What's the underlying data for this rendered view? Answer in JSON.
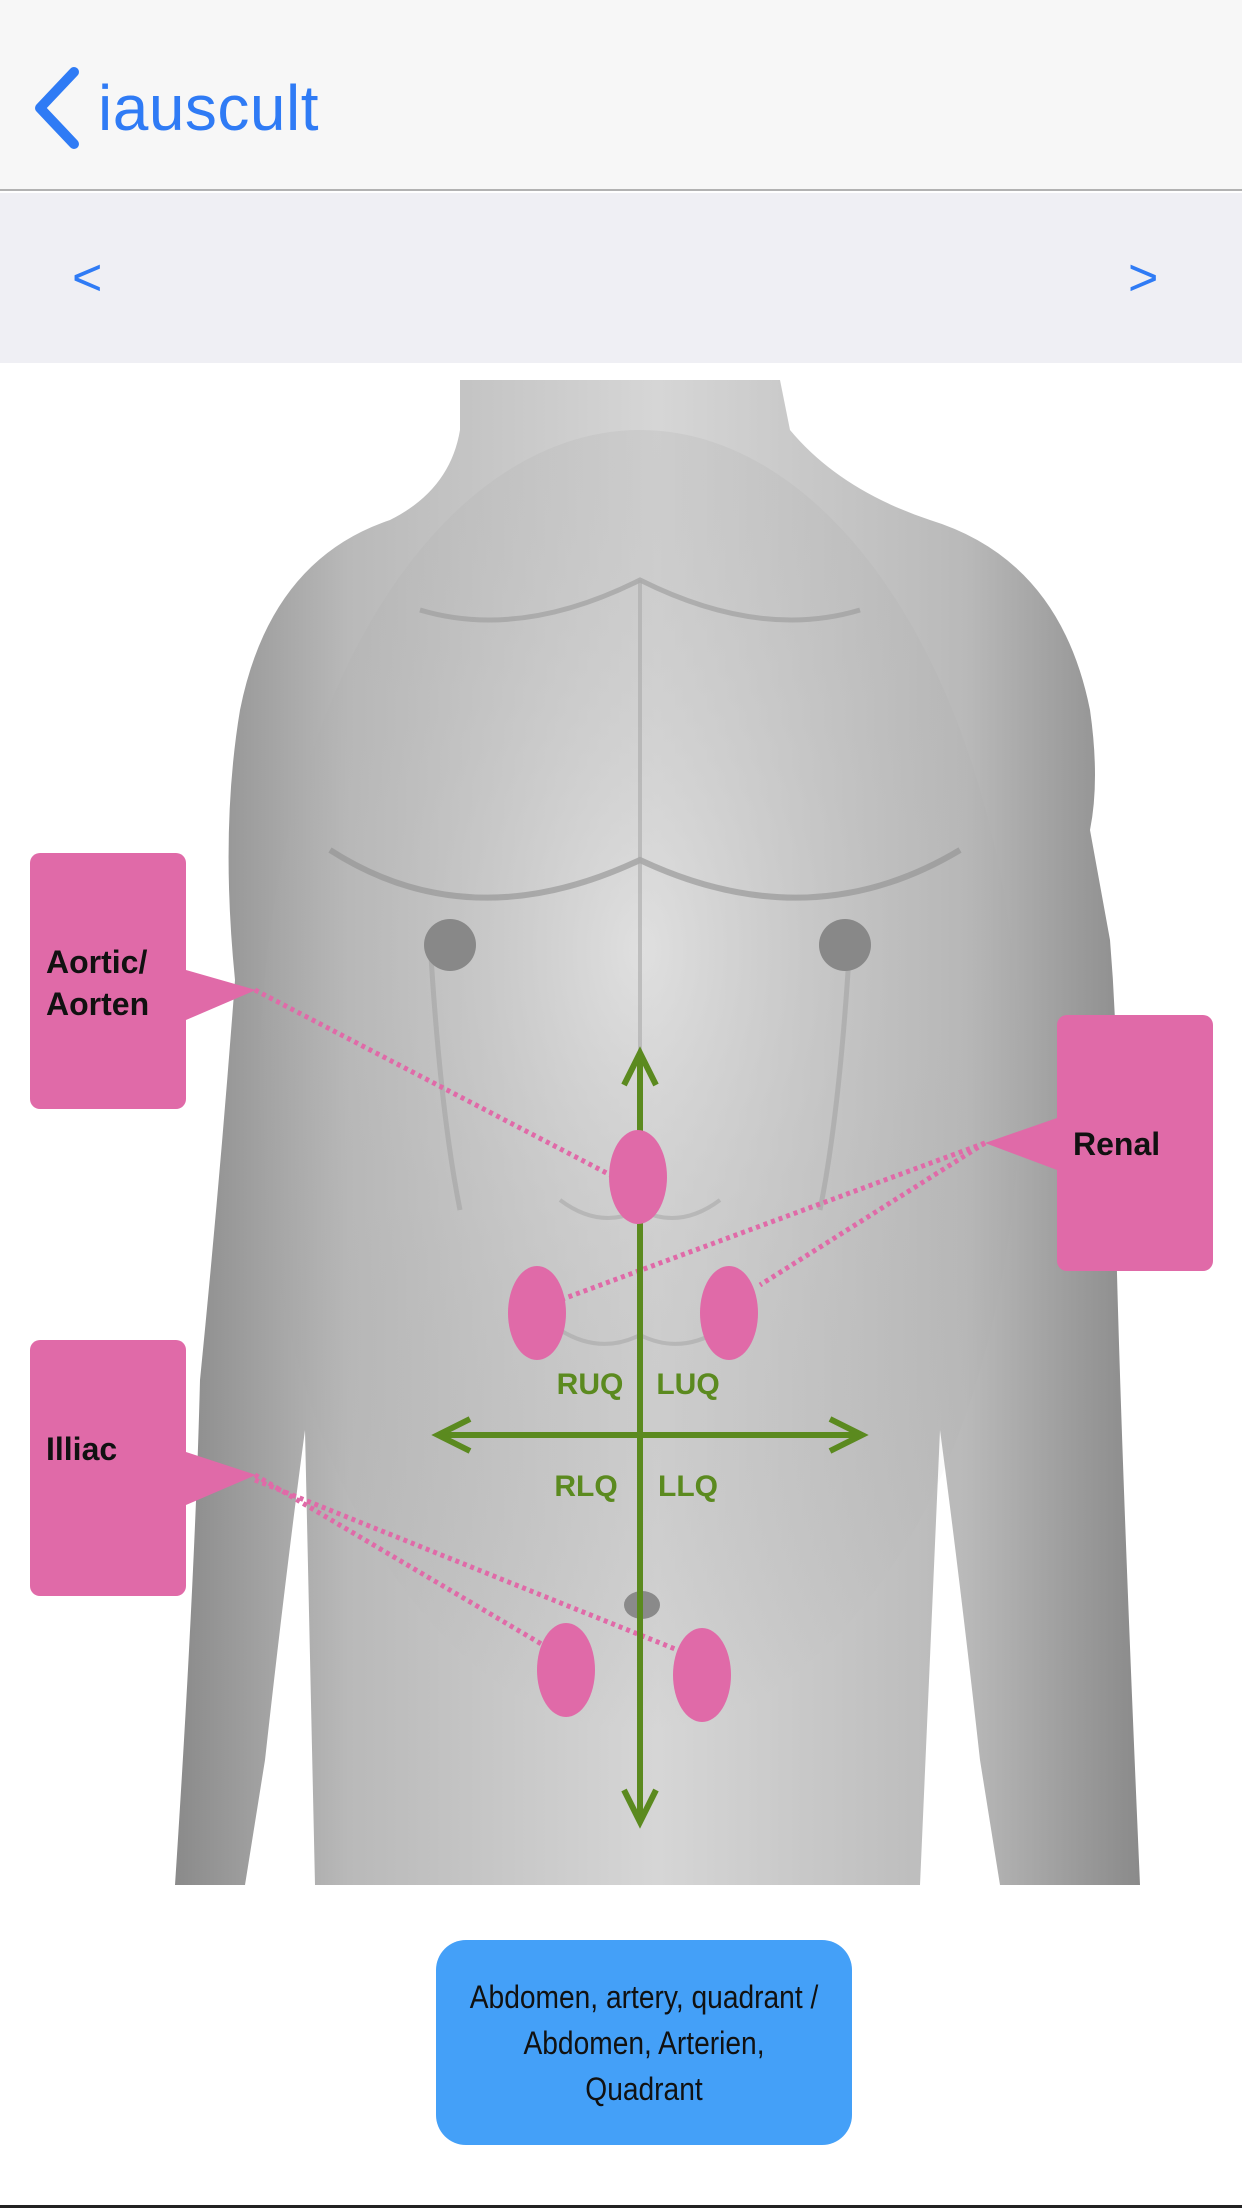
{
  "nav": {
    "back_label": "iauscult",
    "back_icon": "chevron-left-icon",
    "accent_color": "#2f7bf5"
  },
  "pager": {
    "prev_label": "<",
    "next_label": ">"
  },
  "figure": {
    "callouts": {
      "aortic_line1": "Aortic/",
      "aortic_line2": "Aorten",
      "renal": "Renal",
      "illiac": "Illiac"
    },
    "quadrants": {
      "ruq": "RUQ",
      "luq": "LUQ",
      "rlq": "RLQ",
      "llq": "LLQ"
    },
    "marker_color": "#e06aa8",
    "axis_color": "#5b8a1f"
  },
  "caption": {
    "line1": "Abdomen, artery, quadrant /",
    "line2": "Abdomen, Arterien, Quadrant",
    "color": "#44a0f8"
  }
}
